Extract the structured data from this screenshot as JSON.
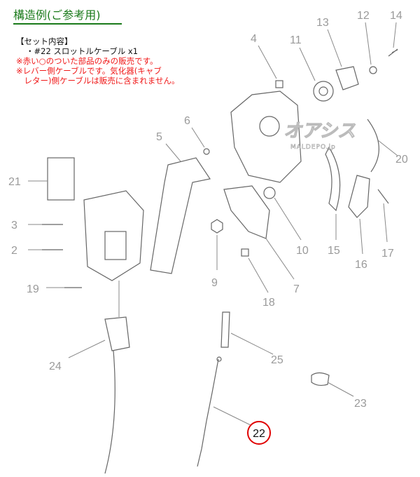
{
  "title": "構造例(ご参考用)",
  "set_contents": {
    "heading": "【セット内容】",
    "item": "・#22 スロットルケーブル x1",
    "notes": [
      "※赤い○のついた部品のみの販売です。",
      "※レバー側ケーブルです。気化器(キャブ",
      "　レター)側ケーブルは販売に含まれません。"
    ]
  },
  "watermark": {
    "brand": "オアシス",
    "site": "MALDEPO.jp"
  },
  "part_labels": [
    "2",
    "3",
    "4",
    "5",
    "6",
    "7",
    "9",
    "10",
    "11",
    "12",
    "13",
    "14",
    "15",
    "16",
    "17",
    "18",
    "19",
    "20",
    "21",
    "23",
    "24",
    "25"
  ],
  "highlighted_part": "22",
  "colors": {
    "title": "#1a7a1a",
    "note": "#f01818",
    "highlight": "#e00000",
    "label": "#9a9a9a"
  }
}
